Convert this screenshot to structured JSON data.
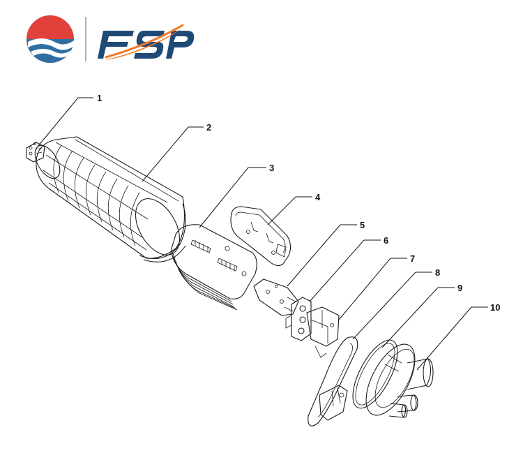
{
  "brand": {
    "logo_text": "FSP",
    "colors": {
      "red": "#e0413a",
      "blue": "#2f6ea3",
      "orange": "#f07a2a",
      "navy": "#1f4a75"
    }
  },
  "callouts": [
    {
      "id": "1",
      "label": "1"
    },
    {
      "id": "2",
      "label": "2"
    },
    {
      "id": "3",
      "label": "3"
    },
    {
      "id": "4",
      "label": "4"
    },
    {
      "id": "5",
      "label": "5"
    },
    {
      "id": "6",
      "label": "6"
    },
    {
      "id": "7",
      "label": "7"
    },
    {
      "id": "8",
      "label": "8"
    },
    {
      "id": "9",
      "label": "9"
    },
    {
      "id": "10",
      "label": "10"
    }
  ]
}
